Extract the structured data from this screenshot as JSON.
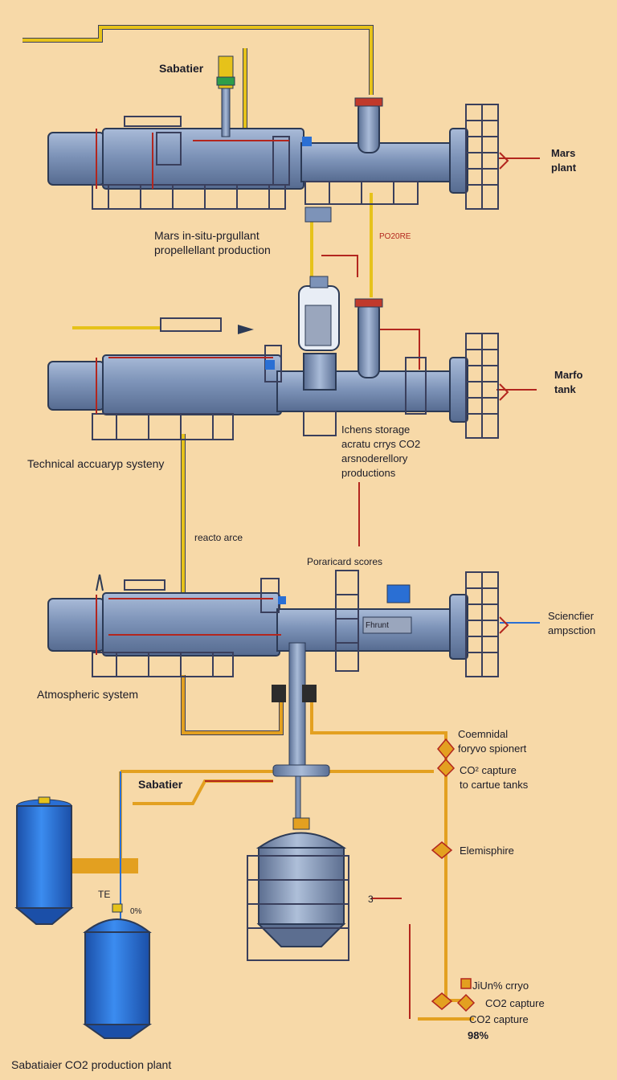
{
  "labels": {
    "sabatier_top": "Sabatier",
    "mars_plant": "Mars\nplant",
    "marfo_tank": "Marfo\ntank",
    "scientific_ampsction": "Sciencfier\nampsction",
    "mars_insitu": "Mars in-situ-prgullant\npropellellant production",
    "podore": "PO20RE",
    "icheins_storage": "Ichens storage\nacratu crrys CO2\narsnoderellory\nproductions",
    "technical_accuracy": "Technical accuaryp systeny",
    "reacto_arce": "reacto arce",
    "poraicard_scores": "Poraricard scores",
    "atmospheric_system": "Atmospheric system",
    "coemnidal": "Coemnidal\nforyvo spionert",
    "co2_capture_tanks": "CO² capture\nto cartue tanks",
    "sabatier_mid": "Sabatier",
    "elemisphire": "Elemisphire",
    "te": "TE",
    "pct_small": "0%",
    "three": "3",
    "jiun_cryo": "JiUn% crryo",
    "co2_capture_1": "CO2 capture",
    "co2_capture_2": "CO2 capture",
    "pct_98": "98%",
    "bottom_title": "Sabatiaier CO2 production plant",
    "hatch_label": "Fhrunt"
  },
  "colors": {
    "background": "#f7d9a8",
    "pipe_body": "#7d93b8",
    "pipe_outline": "#2c3a55",
    "frame": "#3a3f5c",
    "yellow_line": "#e6c21a",
    "orange_line": "#e3a020",
    "red_line": "#c0392b",
    "blue_tank": "#2a6fd4"
  }
}
